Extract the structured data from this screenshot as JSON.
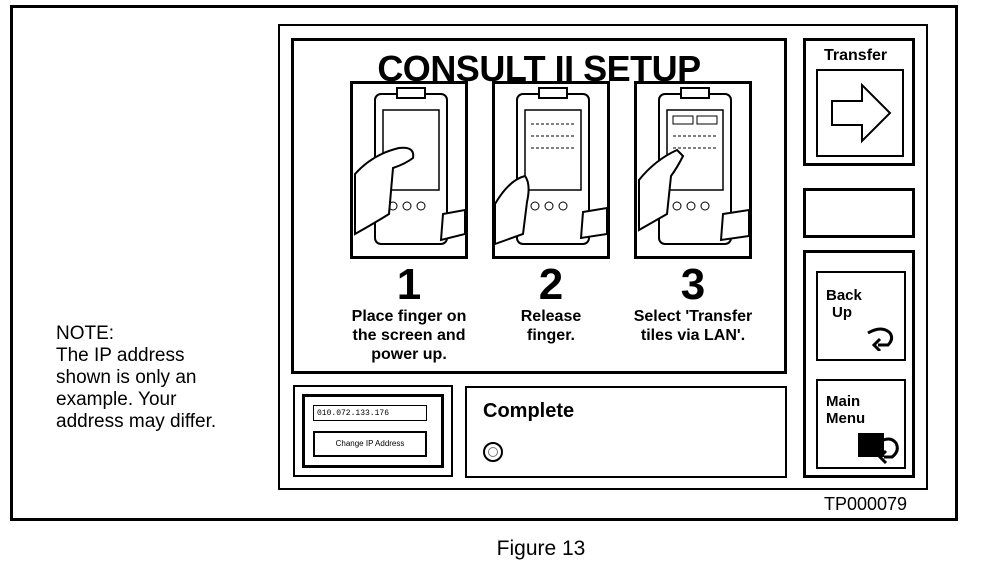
{
  "note": {
    "lines": [
      "NOTE:",
      "The IP address",
      "shown is only an",
      "example.  Your",
      "address may differ."
    ]
  },
  "screen": {
    "title": "CONSULT II SETUP",
    "steps": [
      {
        "number": "1",
        "caption_lines": [
          "Place finger on",
          "the screen and",
          "power up."
        ]
      },
      {
        "number": "2",
        "caption_lines": [
          "Release",
          "finger."
        ]
      },
      {
        "number": "3",
        "caption_lines": [
          "Select 'Transfer",
          "tiles via LAN'."
        ]
      }
    ],
    "transfer_label": "Transfer",
    "back_up_lines": [
      "Back",
      "Up"
    ],
    "main_menu_lines": [
      "Main",
      "Menu"
    ],
    "ip_address": "010.072.133.176",
    "change_ip_label": "Change IP Address",
    "status_text": "Complete"
  },
  "figure_code": "TP000079",
  "figure_caption": "Figure 13"
}
